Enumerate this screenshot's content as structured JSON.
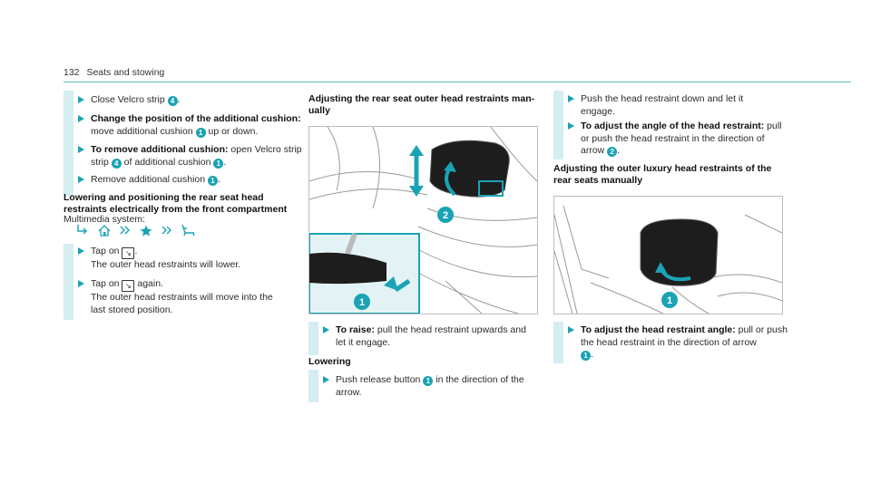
{
  "header": {
    "page_number": "132",
    "section": "Seats and stowing"
  },
  "col1": {
    "s1_text": "Close Velcro strip ",
    "s1_badge": "4",
    "s2_head": "Change the position of the additional cushion:",
    "s2_text_a": "move additional cushion ",
    "s2_badge": "1",
    "s2_text_b": " up or down.",
    "s3_head": "To remove additional cushion:",
    "s3_text_a": " open Velcro strip ",
    "s3_badge_a": "4",
    "s3_text_b": " of additional cushion ",
    "s3_badge_b": "1",
    "s4_text": "Remove additional cushion ",
    "s4_badge": "1",
    "heading_line1": "Lowering and positioning the rear seat head",
    "heading_line2": "restraints electrically from the front compartment",
    "multimedia": "Multimedia system:",
    "s5_text_a": "Tap on ",
    "s5_text_b": "The outer head restraints will lower.",
    "s6_text_a": "Tap on ",
    "s6_text_b": " again.",
    "s6_text_c": "The outer head restraints will move into the",
    "s6_text_d": "last stored position."
  },
  "col2": {
    "heading_line1": "Adjusting the rear seat outer head restraints man-",
    "heading_line2": "ually",
    "fig_badge_1": "1",
    "fig_badge_2": "2",
    "s1_head": "To raise:",
    "s1_text_a": " pull the head restraint upwards and",
    "s1_text_b": "let it engage.",
    "lowering": "Lowering",
    "s2_text_a": "Push release button ",
    "s2_badge": "1",
    "s2_text_b": " in the direction of the",
    "s2_text_c": "arrow."
  },
  "col3": {
    "s1_text_a": "Push the head restraint down and let it",
    "s1_text_b": "engage.",
    "s2_head": "To adjust the angle of the head restraint:",
    "s2_text_a": " pull",
    "s2_text_b": "or push the head restraint in the direction of",
    "s2_text_c": "arrow ",
    "s2_badge": "2",
    "heading_line1": "Adjusting the outer luxury head restraints of the",
    "heading_line2": "rear seats manually",
    "fig_badge_1": "1",
    "s3_head": "To adjust the head restraint angle:",
    "s3_text_a": " pull or push",
    "s3_text_b": "the head restraint in the direction of arrow",
    "s3_badge": "1"
  },
  "colors": {
    "accent": "#1aa3b4",
    "bar": "#d4eef2",
    "rule": "#5fb8c3"
  },
  "icons": [
    "arrow-right-icon",
    "home-icon",
    "star-icon",
    "car-seat-icon",
    "head-restraint-key-icon"
  ]
}
